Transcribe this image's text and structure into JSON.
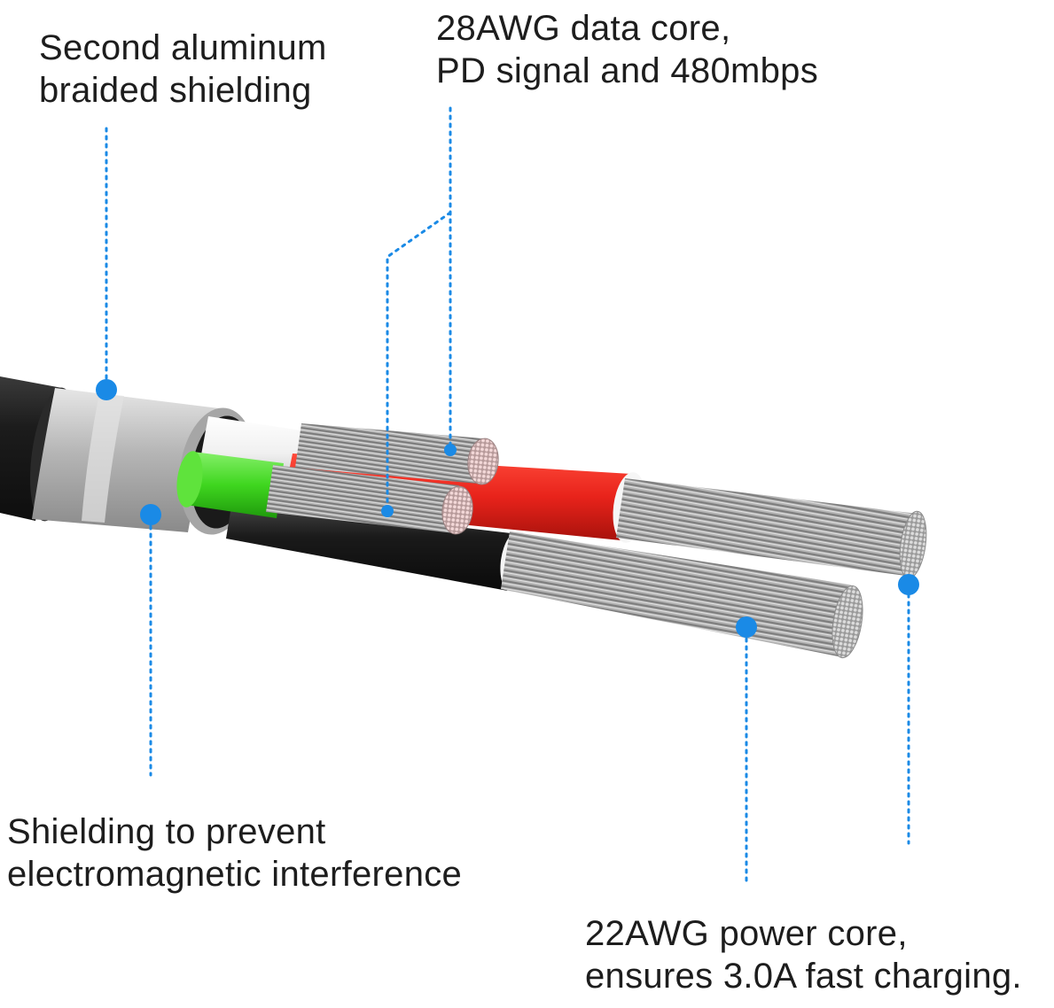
{
  "colors": {
    "leader": "#1a8ae6",
    "dot": "#1a8ae6",
    "jacket": "#1e1e1e",
    "foil": "#b8b8b8",
    "red_insulation": "#e8231b",
    "green_insulation": "#3fd61f",
    "white_insulation": "#f2f2f2",
    "black_insulation": "#151515",
    "strands": "#a9a9a9",
    "text": "#1d1d1d"
  },
  "callouts": {
    "braided_shielding": {
      "line1": "Second aluminum",
      "line2": "braided shielding"
    },
    "data_core": {
      "line1": "28AWG data core,",
      "line2": "PD signal and 480mbps"
    },
    "emi_shielding": {
      "line1": "Shielding to prevent",
      "line2": "electromagnetic interference"
    },
    "power_core": {
      "line1": "22AWG power core,",
      "line2": "ensures 3.0A fast charging."
    }
  }
}
